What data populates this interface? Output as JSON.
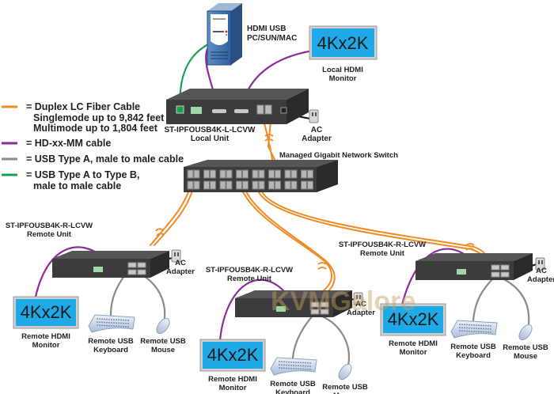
{
  "legend": [
    {
      "color": "#f08a24",
      "lines": [
        "= Duplex LC Fiber Cable",
        "Singlemode up to 9,842 feet",
        "Multimode up to 1,804 feet"
      ]
    },
    {
      "color": "#8e2a9a",
      "lines": [
        "= HD-xx-MM cable"
      ]
    },
    {
      "color": "#8a8a8a",
      "lines": [
        "= USB Type A, male to male cable"
      ]
    },
    {
      "color": "#17a050",
      "lines": [
        "= USB Type A to Type B,",
        "male to male cable"
      ]
    }
  ],
  "computer": {
    "lines": [
      "HDMI USB",
      "PC/SUN/MAC"
    ]
  },
  "local_monitor": {
    "screen_text": "4Kx2K",
    "lines": [
      "Local HDMI",
      "Monitor"
    ]
  },
  "local_unit": {
    "lines": [
      "ST-IPFOUSB4K-L-LCVW",
      "Local Unit"
    ]
  },
  "ac_adapter_label": [
    "AC",
    "Adapter"
  ],
  "switch": {
    "label": "Managed Gigabit Network Switch"
  },
  "remote_units": [
    {
      "unit_lines": [
        "ST-IPFOUSB4K-R-LCVW",
        "Remote Unit"
      ],
      "monitor_text": "4Kx2K",
      "monitor_lines": [
        "Remote HDMI",
        "Monitor"
      ],
      "keyboard_lines": [
        "Remote USB",
        "Keyboard"
      ],
      "mouse_lines": [
        "Remote USB",
        "Mouse"
      ],
      "ac_lines": [
        "AC",
        "Adapter"
      ]
    },
    {
      "unit_lines": [
        "ST-IPFOUSB4K-R-LCVW",
        "Remote Unit"
      ],
      "monitor_text": "4Kx2K",
      "monitor_lines": [
        "Remote HDMI",
        "Monitor"
      ],
      "keyboard_lines": [
        "Remote USB",
        "Keyboard"
      ],
      "mouse_lines": [
        "Remote USB",
        "Mouse"
      ],
      "ac_lines": [
        "AC",
        "Adapter"
      ]
    },
    {
      "unit_lines": [
        "ST-IPFOUSB4K-R-LCVW",
        "Remote Unit"
      ],
      "monitor_text": "4Kx2K",
      "monitor_lines": [
        "Remote HDMI",
        "Monitor"
      ],
      "keyboard_lines": [
        "Remote USB",
        "Keyboard"
      ],
      "mouse_lines": [
        "Remote USB",
        "Mouse"
      ],
      "ac_lines": [
        "AC",
        "Adapter"
      ]
    }
  ],
  "watermark": "KVMGalore",
  "colors": {
    "fiber": "#f08a24",
    "hdmi": "#8e2a9a",
    "usb": "#8a8a8a",
    "usb_ab": "#17a050",
    "monitor_screen": "#1fa9e6",
    "device_body": "#3c3c3c"
  }
}
